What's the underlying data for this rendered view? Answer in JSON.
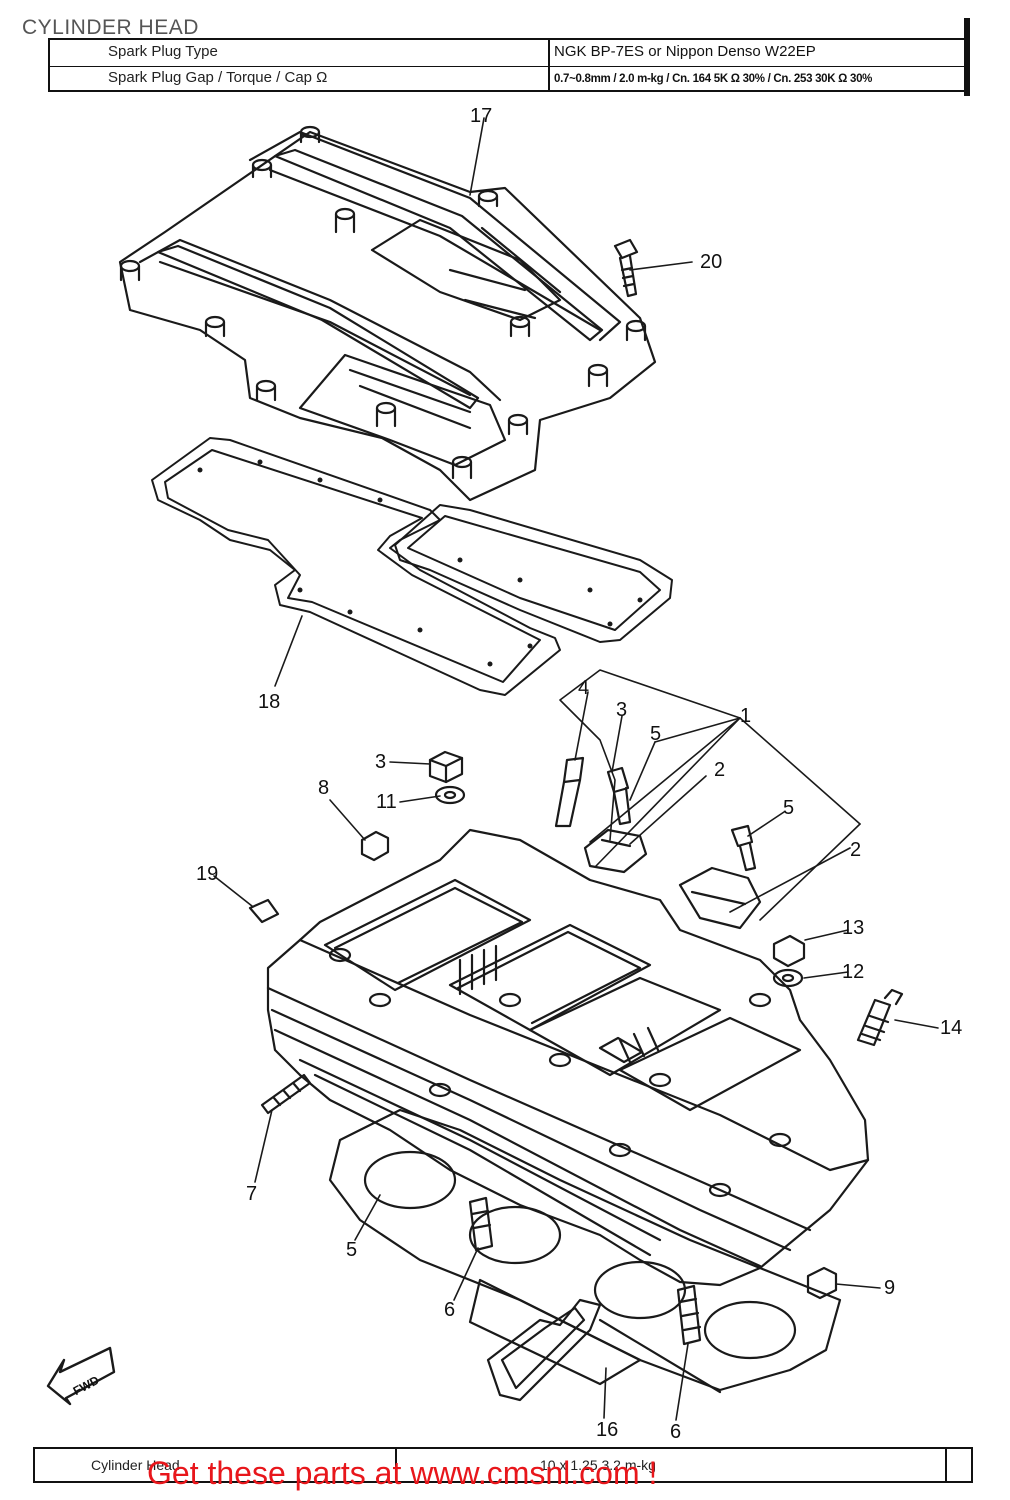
{
  "page": {
    "title": "CYLINDER HEAD"
  },
  "spec_table": {
    "rows": [
      {
        "label": "Spark Plug Type",
        "value": "NGK BP-7ES or Nippon Denso W22EP"
      },
      {
        "label": "Spark Plug Gap / Torque / Cap Ω",
        "value": "0.7~0.8mm / 2.0 m-kg / Cn. 164 5K Ω 30% / Cn. 253 30K Ω 30%"
      }
    ]
  },
  "callouts": {
    "c1": "1",
    "c2a": "2",
    "c2b": "2",
    "c3": "3",
    "c3b": "3",
    "c4": "4",
    "c5a": "5",
    "c5b": "5",
    "c5c": "5",
    "c6a": "6",
    "c6b": "6",
    "c7": "7",
    "c8": "8",
    "c9": "9",
    "c11": "11",
    "c12": "12",
    "c13": "13",
    "c14": "14",
    "c16": "16",
    "c17": "17",
    "c18": "18",
    "c19": "19",
    "c20": "20"
  },
  "fwd_label": "FWD",
  "footer_table": {
    "label": "Cylinder Head",
    "spec": "10 x 1.25  3.2 m-kg"
  },
  "promo_text": "Get these parts at www.cmsnl.com !"
}
